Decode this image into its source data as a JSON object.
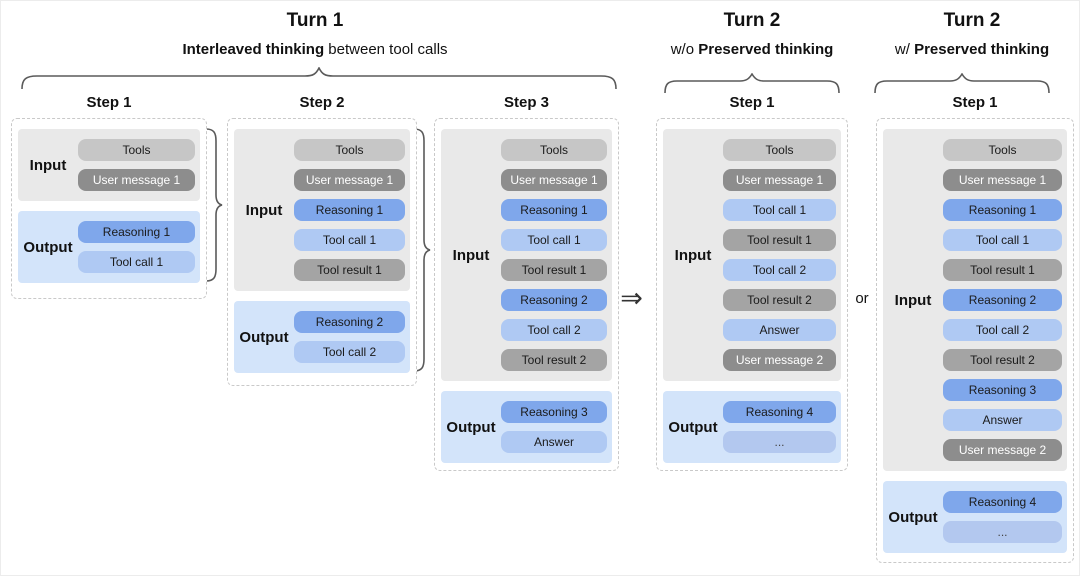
{
  "turn_groups": [
    {
      "title": "Turn 1",
      "subtitle_prefix": "",
      "subtitle_bold": "Interleaved thinking",
      "subtitle_suffix": " between tool calls"
    },
    {
      "title": "Turn 2",
      "subtitle_prefix": "w/o ",
      "subtitle_bold": "Preserved thinking",
      "subtitle_suffix": ""
    },
    {
      "title": "Turn 2",
      "subtitle_prefix": "w/ ",
      "subtitle_bold": "Preserved thinking",
      "subtitle_suffix": ""
    }
  ],
  "labels": {
    "input": "Input",
    "output": "Output"
  },
  "connectors": {
    "arrow": "⇒",
    "or_label": "or"
  },
  "columns": [
    {
      "header": "Step 1",
      "input_pills": [
        {
          "label": "Tools",
          "type": "tools"
        },
        {
          "label": "User message 1",
          "type": "user"
        }
      ],
      "output_pills": [
        {
          "label": "Reasoning 1",
          "type": "reasoning"
        },
        {
          "label": "Tool call 1",
          "type": "toolcall"
        }
      ]
    },
    {
      "header": "Step 2",
      "input_pills": [
        {
          "label": "Tools",
          "type": "tools"
        },
        {
          "label": "User message 1",
          "type": "user"
        },
        {
          "label": "Reasoning 1",
          "type": "reasoning"
        },
        {
          "label": "Tool call 1",
          "type": "toolcall"
        },
        {
          "label": "Tool result 1",
          "type": "toolresult"
        }
      ],
      "output_pills": [
        {
          "label": "Reasoning 2",
          "type": "reasoning"
        },
        {
          "label": "Tool call 2",
          "type": "toolcall"
        }
      ]
    },
    {
      "header": "Step 3",
      "input_pills": [
        {
          "label": "Tools",
          "type": "tools"
        },
        {
          "label": "User message 1",
          "type": "user"
        },
        {
          "label": "Reasoning 1",
          "type": "reasoning"
        },
        {
          "label": "Tool call 1",
          "type": "toolcall"
        },
        {
          "label": "Tool result 1",
          "type": "toolresult"
        },
        {
          "label": "Reasoning 2",
          "type": "reasoning"
        },
        {
          "label": "Tool call 2",
          "type": "toolcall"
        },
        {
          "label": "Tool result 2",
          "type": "toolresult"
        }
      ],
      "output_pills": [
        {
          "label": "Reasoning 3",
          "type": "reasoning"
        },
        {
          "label": "Answer",
          "type": "answer"
        }
      ]
    },
    {
      "header": "Step 1",
      "input_pills": [
        {
          "label": "Tools",
          "type": "tools"
        },
        {
          "label": "User message 1",
          "type": "user"
        },
        {
          "label": "Tool call 1",
          "type": "toolcall"
        },
        {
          "label": "Tool result 1",
          "type": "toolresult"
        },
        {
          "label": "Tool call 2",
          "type": "toolcall"
        },
        {
          "label": "Tool result 2",
          "type": "toolresult"
        },
        {
          "label": "Answer",
          "type": "answer"
        },
        {
          "label": "User message 2",
          "type": "user"
        }
      ],
      "output_pills": [
        {
          "label": "Reasoning 4",
          "type": "reasoning"
        },
        {
          "label": "...",
          "type": "ellipsis"
        }
      ]
    },
    {
      "header": "Step 1",
      "input_pills": [
        {
          "label": "Tools",
          "type": "tools"
        },
        {
          "label": "User message 1",
          "type": "user"
        },
        {
          "label": "Reasoning 1",
          "type": "reasoning"
        },
        {
          "label": "Tool call 1",
          "type": "toolcall"
        },
        {
          "label": "Tool result 1",
          "type": "toolresult"
        },
        {
          "label": "Reasoning 2",
          "type": "reasoning"
        },
        {
          "label": "Tool call 2",
          "type": "toolcall"
        },
        {
          "label": "Tool result 2",
          "type": "toolresult"
        },
        {
          "label": "Reasoning 3",
          "type": "reasoning"
        },
        {
          "label": "Answer",
          "type": "answer"
        },
        {
          "label": "User message 2",
          "type": "user"
        }
      ],
      "output_pills": [
        {
          "label": "Reasoning 4",
          "type": "reasoning"
        },
        {
          "label": "...",
          "type": "ellipsis"
        }
      ]
    }
  ],
  "colors": {
    "input_bg": "#e9e9e9",
    "output_bg": "#d3e4fa",
    "pill_tools": "#c6c6c6",
    "pill_user": "#8d8d8d",
    "pill_user_text": "#ffffff",
    "pill_reasoning": "#7fa7eb",
    "pill_toolcall": "#afc9f3",
    "pill_toolresult": "#a4a4a4",
    "pill_answer": "#afc9f3",
    "pill_ellipsis": "#b3c8ef"
  }
}
